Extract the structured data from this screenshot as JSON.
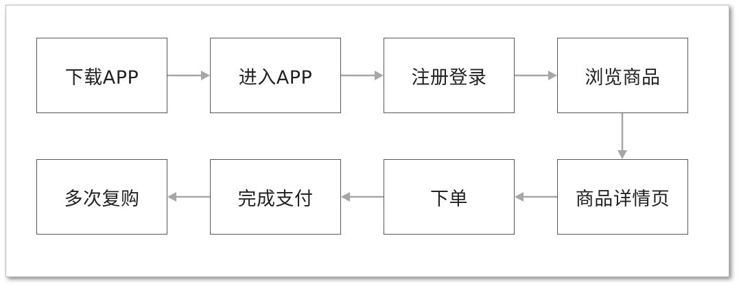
{
  "diagram": {
    "row1": [
      {
        "label": "下载APP"
      },
      {
        "label": "进入APP"
      },
      {
        "label": "注册登录"
      },
      {
        "label": "浏览商品"
      }
    ],
    "row2": [
      {
        "label": "多次复购"
      },
      {
        "label": "完成支付"
      },
      {
        "label": "下单"
      },
      {
        "label": "商品详情页"
      }
    ]
  },
  "colors": {
    "box_border": "#555555",
    "arrow": "#a6a6a6",
    "text": "#222222",
    "frame_border": "#bdbdbd"
  }
}
